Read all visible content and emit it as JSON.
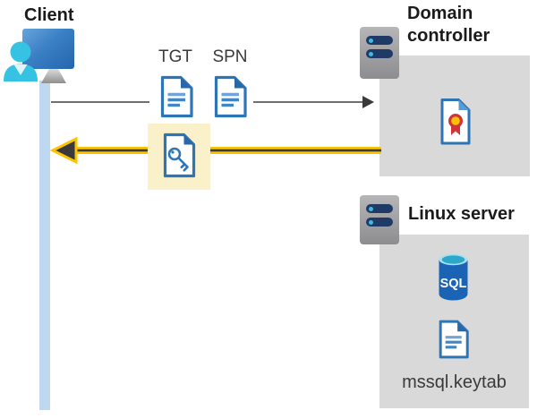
{
  "client": {
    "label": "Client"
  },
  "tickets": {
    "tgt": "TGT",
    "spn": "SPN"
  },
  "domain_controller": {
    "label": "Domain controller"
  },
  "linux_server": {
    "label": "Linux server",
    "sql_badge": "SQL",
    "keytab": "mssql.keytab"
  },
  "icons": {
    "client": "user-at-monitor-icon",
    "domain_controller": "server-rack-icon",
    "linux_server": "server-rack-icon",
    "tgt": "document-icon",
    "spn": "document-icon",
    "service_ticket": "key-document-icon",
    "certificate": "certificate-icon",
    "database": "sql-database-icon",
    "keytab": "document-icon"
  },
  "arrows": {
    "request": {
      "direction": "right",
      "color": "#6e6e6e"
    },
    "response": {
      "direction": "left",
      "color": "#fdc500"
    }
  },
  "colors": {
    "accent_yellow": "#fdc500",
    "highlight_yellow": "#faf1cb",
    "box_gray": "#d9d9d9",
    "doc_blue": "#2e75b6",
    "lifeline_blue": "#bfd8f2",
    "sql_blue": "#1a63b5",
    "person_cyan": "#36c3e3",
    "cert_red": "#d13438"
  }
}
